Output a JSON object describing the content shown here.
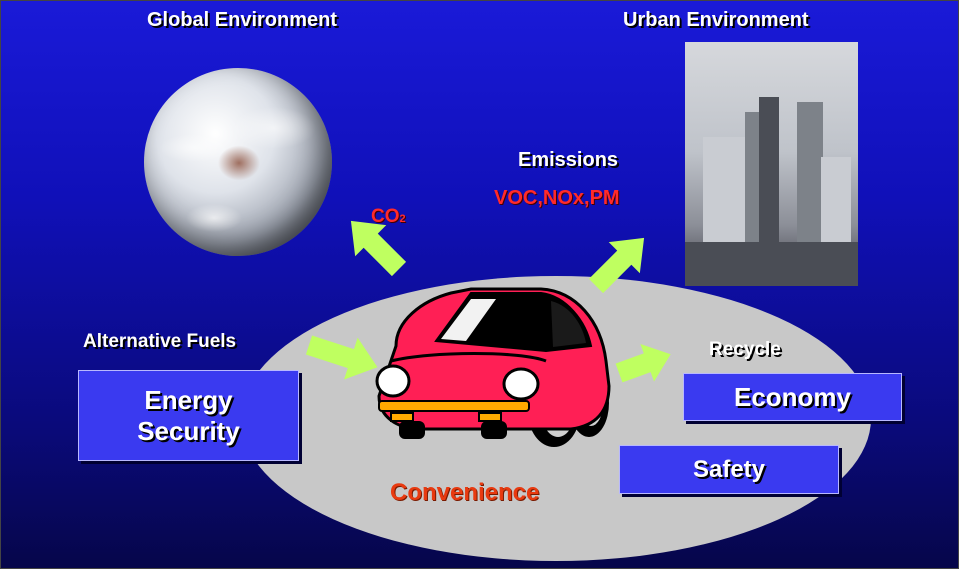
{
  "titles": {
    "global": "Global Environment",
    "urban": "Urban Environment"
  },
  "labels": {
    "co2": "CO",
    "co2_sub": "2",
    "emissions": "Emissions",
    "pollutants": "VOC,NOx,PM",
    "alternative_fuels": "Alternative Fuels",
    "recycle": "Recycle",
    "convenience": "Convenience"
  },
  "boxes": {
    "energy_security_line1": "Energy",
    "energy_security_line2": "Security",
    "economy": "Economy",
    "safety": "Safety"
  },
  "colors": {
    "background": "#1212c0",
    "box": "#3a3af0",
    "ellipse": "#c8c8c8",
    "arrow": "#bfff60",
    "car": "#ff1f55",
    "highlight_red": "#ff2a2a",
    "convenience": "#e83a10"
  }
}
